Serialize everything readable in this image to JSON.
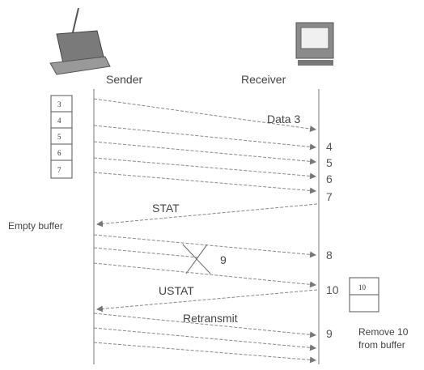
{
  "labels": {
    "sender": "Sender",
    "receiver": "Receiver",
    "data3": "Data 3",
    "stat": "STAT",
    "empty_buffer": "Empty buffer",
    "lost_seq": "9",
    "ustat": "USTAT",
    "retransmit": "Retransmit",
    "remove1": "Remove 10",
    "remove2": "from buffer"
  },
  "sender_buffer": [
    "3",
    "4",
    "5",
    "6",
    "7"
  ],
  "receiver_buffer": [
    "10",
    ""
  ],
  "receiver_seq": [
    "4",
    "5",
    "6",
    "7",
    "8",
    "10",
    "9"
  ],
  "icons": [
    "laptop-icon",
    "computer-icon"
  ]
}
